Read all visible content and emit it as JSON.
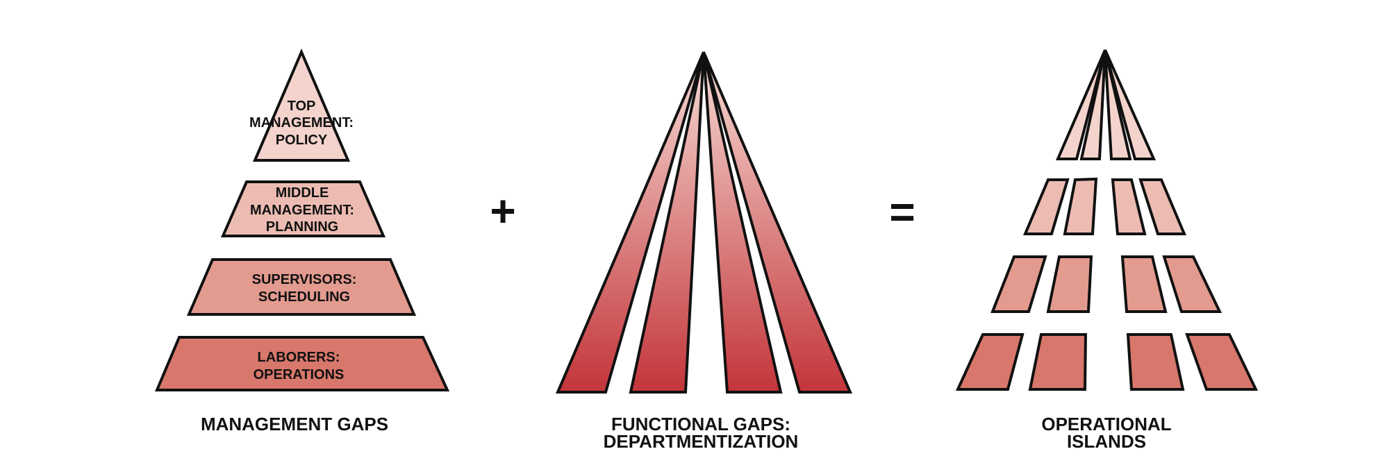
{
  "pyramid_levels": [
    {
      "line1": "TOP",
      "line2": "MANAGEMENT:",
      "line3": "POLICY"
    },
    {
      "line1": "MIDDLE",
      "line2": "MANAGEMENT:",
      "line3": "PLANNING"
    },
    {
      "line1": "SUPERVISORS:",
      "line2": "SCHEDULING"
    },
    {
      "line1": "LABORERS:",
      "line2": "OPERATIONS"
    }
  ],
  "operators": {
    "plus": "+",
    "equals": "="
  },
  "captions": {
    "management": "MANAGEMENT GAPS",
    "functional": {
      "line1": "FUNCTIONAL GAPS:",
      "line2": "DEPARTMENTIZATION"
    },
    "operational": {
      "line1": "OPERATIONAL",
      "line2": "ISLANDS"
    }
  },
  "colors": {
    "stroke": "#111111",
    "level_fills": [
      "#f3d3cc",
      "#ecbcb2",
      "#e39b8f",
      "#d8776b"
    ],
    "gradient_top": "#f6dcd6",
    "gradient_bottom": "#c3353a"
  }
}
